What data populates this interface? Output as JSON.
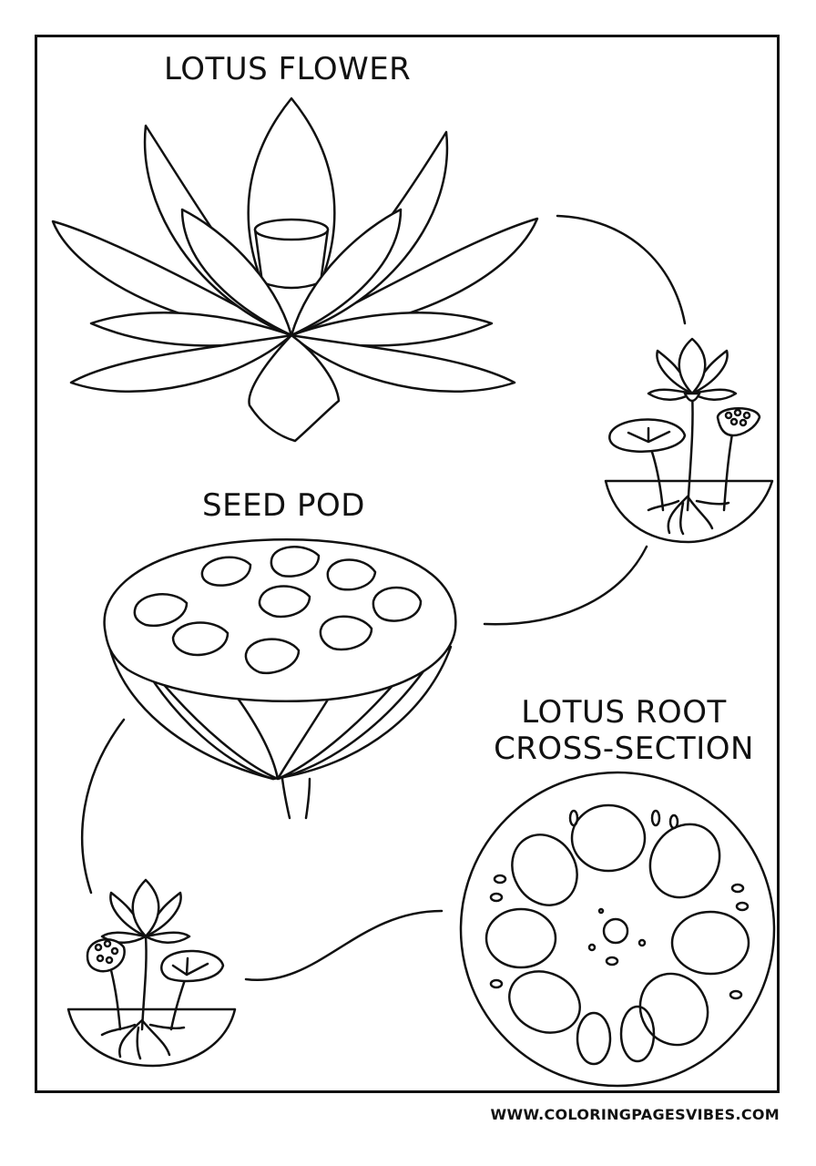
{
  "labels": {
    "lotus_flower": "LOTUS FLOWER",
    "seed_pod": "SEED POD",
    "lotus_root_line1": "LOTUS ROOT",
    "lotus_root_line2": "CROSS-SECTION"
  },
  "footer": {
    "website": "WWW.COLORINGPAGESVIBES.COM"
  }
}
